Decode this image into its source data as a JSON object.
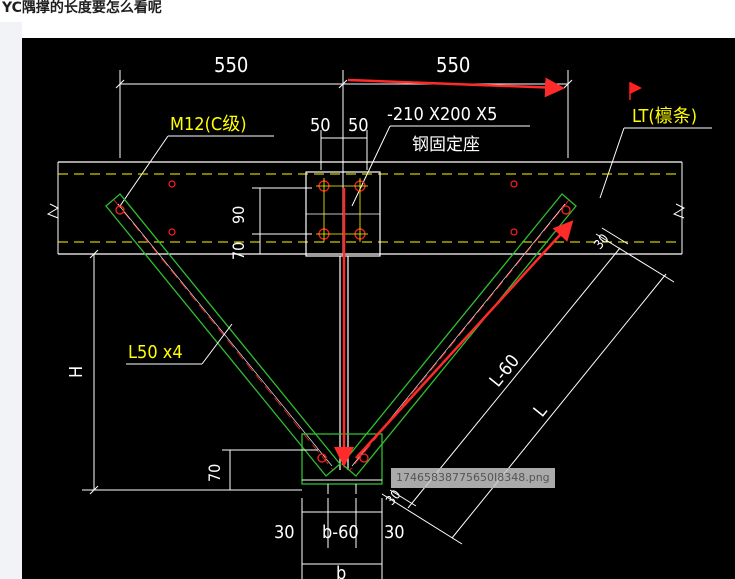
{
  "page": {
    "title": "YC隅撑的长度要怎么看呢"
  },
  "drawing": {
    "dimensions": {
      "top_left_span": "550",
      "top_right_span": "550",
      "gap_left": "50",
      "gap_right": "50",
      "vertical_upper": "90",
      "vertical_lower": "70",
      "height_label": "H",
      "bottom_offset": "70",
      "bottom_left": "30",
      "bottom_mid": "b-60",
      "bottom_right": "30",
      "bottom_total": "b",
      "diag_outer": "L",
      "diag_inner": "L-60",
      "diag_top_small": "30",
      "diag_bottom_small": "30"
    },
    "labels": {
      "bolt": "M12(C级)",
      "plate": "-210 X200 X5",
      "plate_note": "钢固定座",
      "purlin": "LT(檩条)",
      "angle": "L50 x4"
    },
    "filename": "17465838775650I8348.png",
    "colors": {
      "background": "#000000",
      "cad_white": "#ffffff",
      "cad_green": "#2fbf2f",
      "cad_yellow": "#ffff00",
      "cad_red": "#ff2020",
      "annotation_red": "#ff2a2a"
    }
  }
}
